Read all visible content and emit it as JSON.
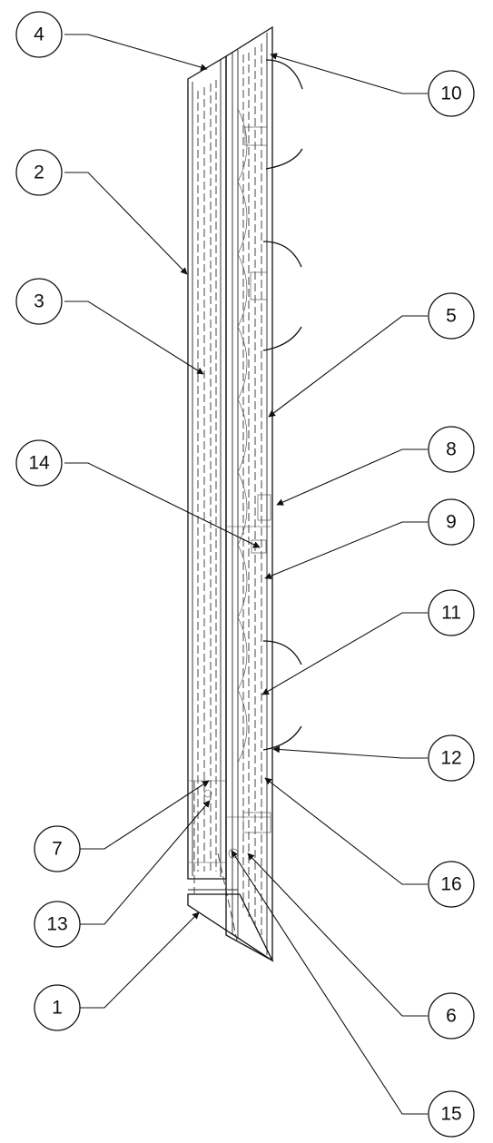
{
  "drawing": {
    "type": "exploded assembly part diagram",
    "callouts": [
      {
        "id": "1",
        "label": "1"
      },
      {
        "id": "2",
        "label": "2"
      },
      {
        "id": "3",
        "label": "3"
      },
      {
        "id": "4",
        "label": "4"
      },
      {
        "id": "5",
        "label": "5"
      },
      {
        "id": "6",
        "label": "6"
      },
      {
        "id": "7",
        "label": "7"
      },
      {
        "id": "8",
        "label": "8"
      },
      {
        "id": "9",
        "label": "9"
      },
      {
        "id": "10",
        "label": "10"
      },
      {
        "id": "11",
        "label": "11"
      },
      {
        "id": "12",
        "label": "12"
      },
      {
        "id": "13",
        "label": "13"
      },
      {
        "id": "14",
        "label": "14"
      },
      {
        "id": "15",
        "label": "15"
      },
      {
        "id": "16",
        "label": "16"
      }
    ]
  }
}
